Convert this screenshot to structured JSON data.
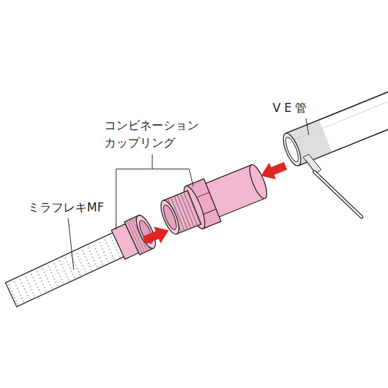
{
  "diagram": {
    "labels": [
      "コンビネーション カップリング",
      "ミラフレキMF",
      "VE管"
    ]
  }
}
